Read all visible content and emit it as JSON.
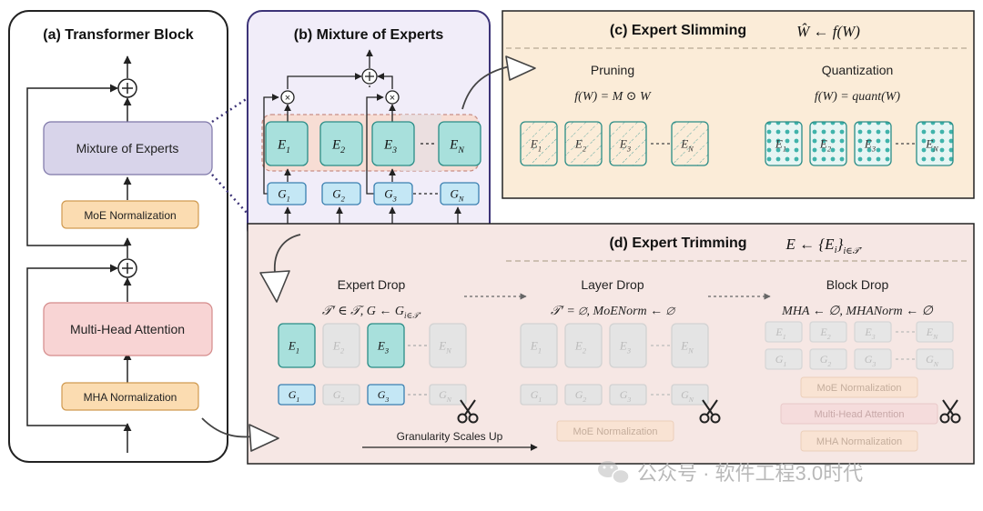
{
  "panel_a": {
    "title": "(a) Transformer Block",
    "moe_box": "Mixture of Experts",
    "moe_norm": "MoE Normalization",
    "mha_box": "Multi-Head Attention",
    "mha_norm": "MHA Normalization"
  },
  "panel_b": {
    "title": "(b) Mixture of Experts",
    "experts": [
      "E",
      "E",
      "E",
      "E"
    ],
    "expert_subs": [
      "1",
      "2",
      "3",
      "N"
    ],
    "gates": [
      "G",
      "G",
      "G",
      "G"
    ],
    "gate_subs": [
      "1",
      "2",
      "3",
      "N"
    ]
  },
  "panel_c": {
    "title": "(c) Expert Slimming",
    "formula": "Ŵ ← f(W)",
    "pruning_title": "Pruning",
    "pruning_formula": "f(W) = M ⊙ W",
    "quant_title": "Quantization",
    "quant_formula": "f(W) = quant(W)"
  },
  "panel_d": {
    "title": "(d) Expert Trimming",
    "formula": "E ← {E",
    "formula_sub": "i",
    "formula_sub2": "i∈𝒯′",
    "expert_drop_title": "Expert Drop",
    "expert_drop_formula": "𝒯′ ∈ 𝒯,   G ← G",
    "expert_drop_sub": "i∈𝒯′",
    "layer_drop_title": "Layer Drop",
    "layer_drop_formula": "𝒯′ = ∅,  MoENorm ← ∅",
    "block_drop_title": "Block Drop",
    "block_drop_formula": "MHA ← ∅,  MHANorm ← ∅",
    "moe_norm": "MoE Normalization",
    "mha": "Multi-Head Attention",
    "mha_norm": "MHA Normalization",
    "granularity": "Granularity Scales Up"
  },
  "watermark": "公众号 · 软件工程3.0时代",
  "colors": {
    "teal": "#a8e0dc",
    "teal_stroke": "#2a8c86",
    "gate": "#c4e7f5",
    "gate_stroke": "#3a7fb0",
    "purple": "#d8d4ea",
    "orange": "#fbdcb1",
    "pink": "#f8d4d4",
    "panel_b_bg": "#f1edf9",
    "panel_c_bg": "#fbecd8",
    "panel_d_bg": "#f6e7e4"
  }
}
